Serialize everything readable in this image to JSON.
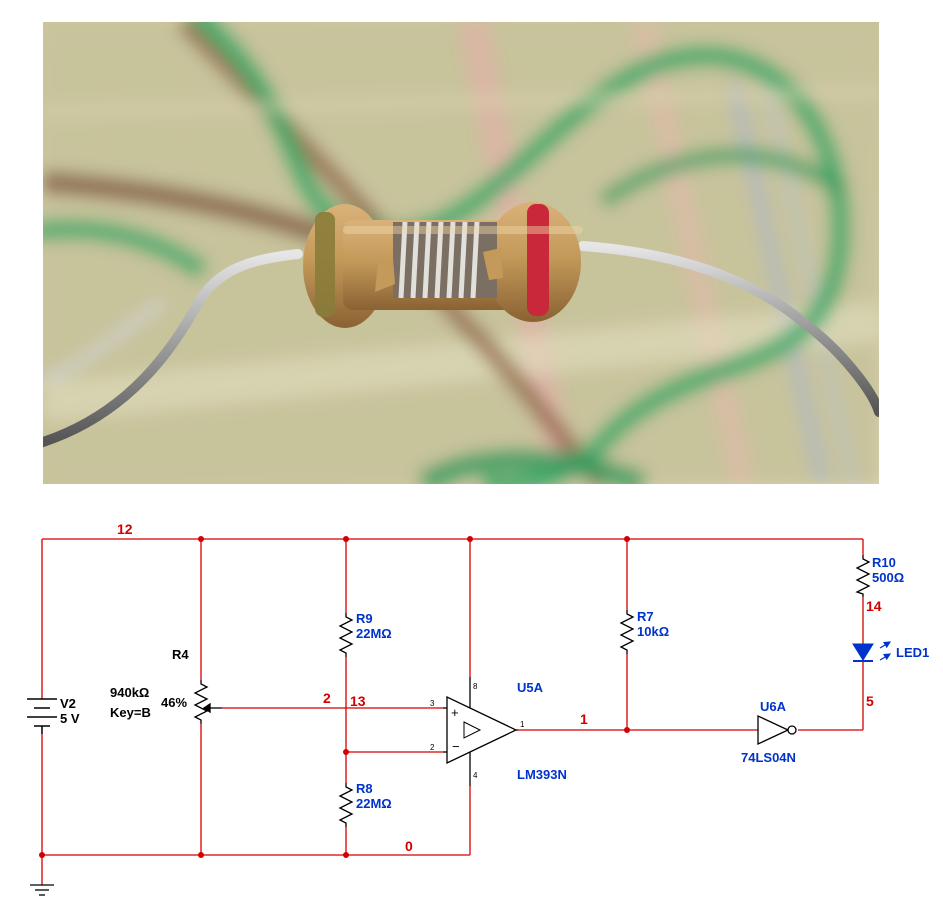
{
  "nets": {
    "n12": "12",
    "n2": "2",
    "n13": "13",
    "n1": "1",
    "n0": "0",
    "n14": "14",
    "n5": "5"
  },
  "components": {
    "v2": {
      "ref": "V2",
      "value": "5 V"
    },
    "r4": {
      "ref": "R4",
      "value": "940kΩ",
      "key": "Key=B",
      "percent": "46%"
    },
    "r9": {
      "ref": "R9",
      "value": "22MΩ"
    },
    "r8": {
      "ref": "R8",
      "value": "22MΩ"
    },
    "u5a": {
      "ref": "U5A",
      "part": "LM393N",
      "pins": {
        "p3": "3",
        "p2": "2",
        "p8": "8",
        "p4": "4",
        "p1": "1"
      }
    },
    "r7": {
      "ref": "R7",
      "value": "10kΩ"
    },
    "u6a": {
      "ref": "U6A",
      "part": "74LS04N"
    },
    "r10": {
      "ref": "R10",
      "value": "500Ω"
    },
    "led1": {
      "ref": "LED1"
    }
  },
  "colors": {
    "wire": "#d40000",
    "net_label": "#d40000",
    "component_label": "#0033cc",
    "part": "#000000",
    "photo_background": "#c9c49a",
    "resistor_body": "#c49a5a",
    "band_red": "#c8283a",
    "wire_green": "#2a9a55"
  },
  "icons": {
    "ground": "ground-icon",
    "battery": "battery-icon",
    "potentiometer": "potentiometer-icon",
    "opamp": "comparator-icon",
    "inverter": "inverter-icon",
    "led": "led-icon"
  }
}
